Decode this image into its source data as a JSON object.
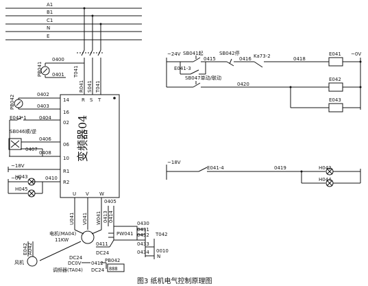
{
  "colors": {
    "line": "#111111",
    "background": "#ffffff"
  },
  "bus": {
    "A1": "A1",
    "B1": "B1",
    "C1": "C1",
    "N": "N",
    "E": "E"
  },
  "left": {
    "w0400": "0400",
    "w0401": "0401",
    "pb041": "PB041",
    "t041": "T041",
    "r041": "R041",
    "s041": "S041",
    "t041b": "T041",
    "w0402": "0402",
    "w0403": "0403",
    "w0404": "0404",
    "pb042": "PB042",
    "e041_1": "E041-1",
    "sb046": "SB046顺/逆",
    "w0406": "0406",
    "w0407": "0407",
    "w0408": "0408",
    "v18": "~18V",
    "v0": "~0V",
    "h043": "H043",
    "h045": "H045",
    "w0410": "0410"
  },
  "vfd": {
    "title": "变频器04",
    "t14": "14",
    "t16": "16",
    "t02": "02",
    "t06": "06",
    "t10": "10",
    "tR1": "R1",
    "tR2": "R2",
    "tR": "R",
    "tS": "S",
    "tT": "T",
    "tU": "U",
    "tV": "V",
    "tW": "W",
    "w0405": "0405"
  },
  "motor": {
    "u041": "U041",
    "v041": "V041",
    "w041": "W041",
    "w0413": "0413",
    "w0414": "0414",
    "label": "电机(MA04)",
    "power": "11KW"
  },
  "pw": {
    "label": "PW041",
    "w0430": "0430",
    "w0431": "0431",
    "w0432": "0432",
    "w0433": "0433",
    "w0434": "0434",
    "t042": "T042",
    "w0010": "0010",
    "n": "N",
    "w0411": "0411",
    "dc24a": "DC24"
  },
  "fan": {
    "label": "风机",
    "e042": "E042",
    "a042": "A042"
  },
  "meter": {
    "dc24": "DC24",
    "dc0v": "DC0V",
    "w0412": "0412",
    "pb042b": "PB042",
    "label": "调频器(TA04)",
    "dc24b": "DC24",
    "display": "888"
  },
  "right": {
    "v24": "~24V",
    "v0": "~0V",
    "sb041": "SB041起",
    "sb042": "SB042停",
    "ka73": "Ka73-2",
    "e041_3": "E041-3",
    "w0415": "0415",
    "w0416": "0416",
    "w0418": "0418",
    "e041": "E041",
    "sb047": "SB047单动/联动",
    "w0420": "0420",
    "e042": "E042",
    "e043": "E043",
    "v18": "~18V",
    "e041_4": "E041-4",
    "w0419": "0419",
    "h042": "H042",
    "h044": "H044"
  },
  "caption": "图3 纸机电气控制原理图"
}
